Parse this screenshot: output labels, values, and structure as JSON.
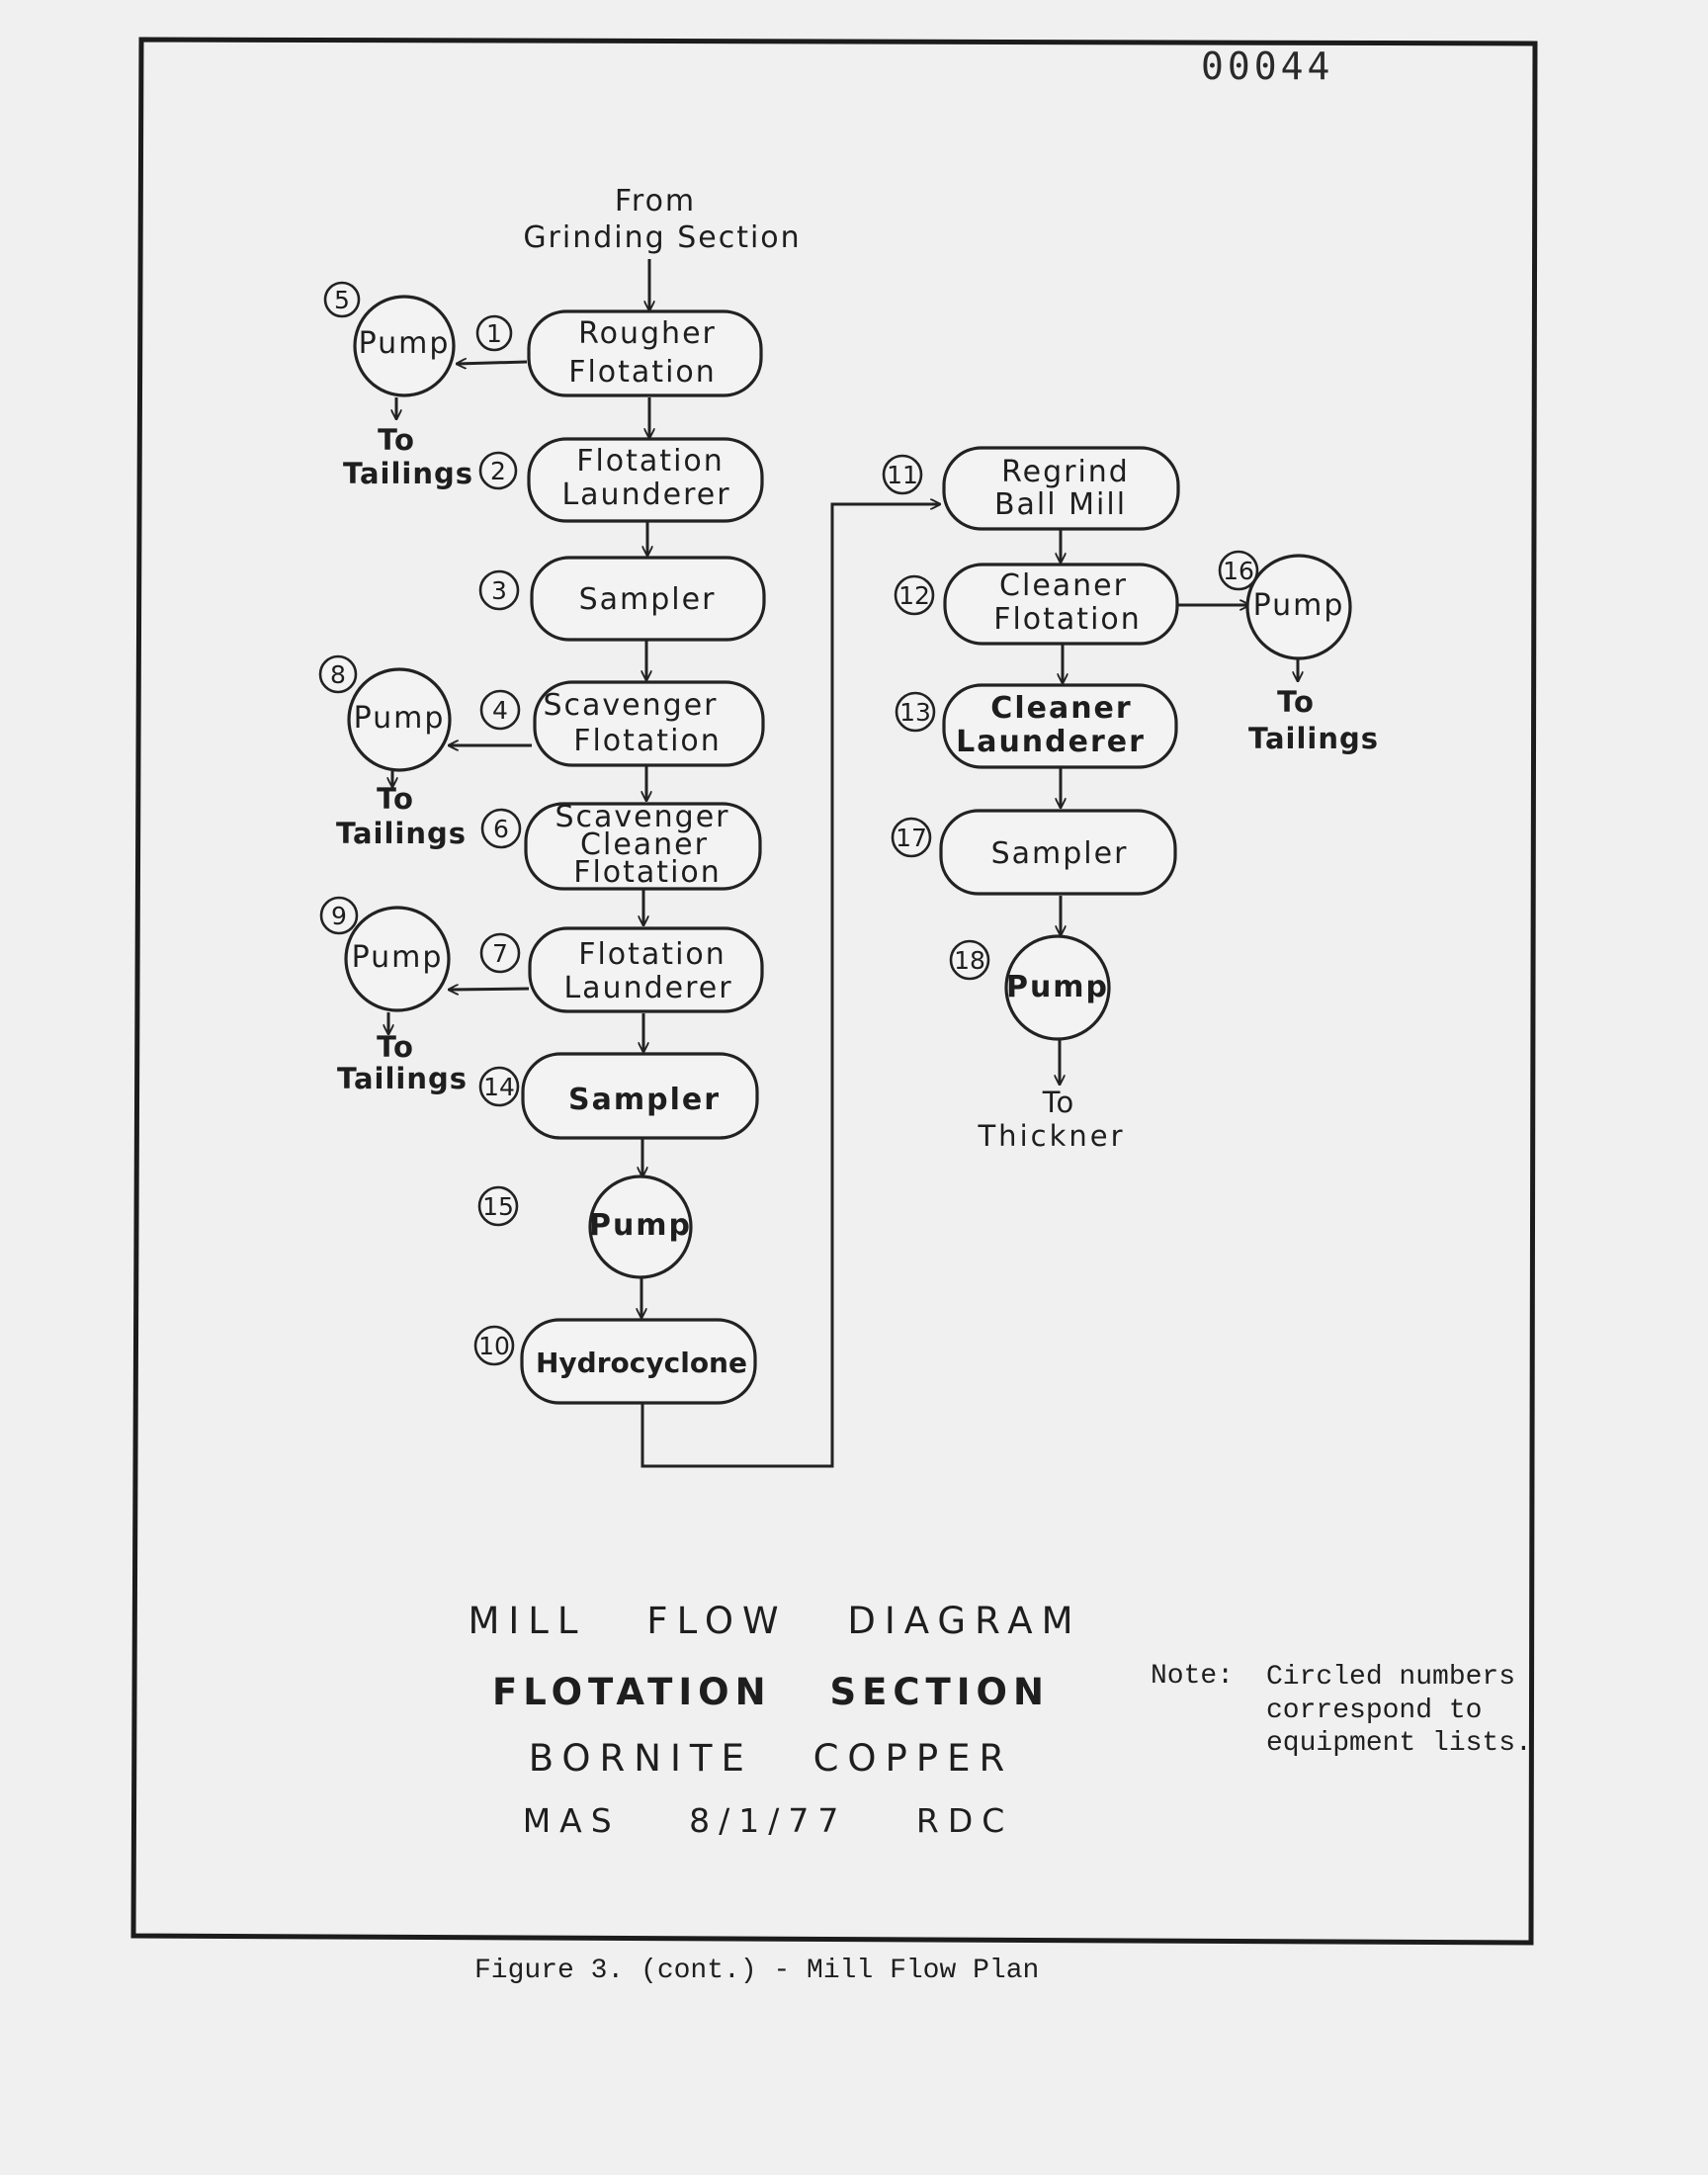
{
  "stamp": "00044",
  "source_label": [
    "From",
    "Grinding Section"
  ],
  "units": {
    "rougher": {
      "num": "1",
      "lines": [
        "Rougher",
        "Flotation"
      ]
    },
    "launderer1": {
      "num": "2",
      "lines": [
        "Flotation",
        "Launderer"
      ]
    },
    "sampler1": {
      "num": "3",
      "lines": [
        "Sampler"
      ]
    },
    "scavenger": {
      "num": "4",
      "lines": [
        "Scavenger",
        "Flotation"
      ]
    },
    "pump5": {
      "num": "5",
      "lines": [
        "Pump"
      ]
    },
    "scav_cleaner": {
      "num": "6",
      "lines": [
        "Scavenger",
        "Cleaner",
        "Flotation"
      ]
    },
    "launderer2": {
      "num": "7",
      "lines": [
        "Flotation",
        "Launderer"
      ]
    },
    "pump8": {
      "num": "8",
      "lines": [
        "Pump"
      ]
    },
    "pump9": {
      "num": "9",
      "lines": [
        "Pump"
      ]
    },
    "hydrocyclone": {
      "num": "10",
      "lines": [
        "Hydrocyclone"
      ]
    },
    "regrind": {
      "num": "11",
      "lines": [
        "Regrind",
        "Ball Mill"
      ]
    },
    "cleaner_flot": {
      "num": "12",
      "lines": [
        "Cleaner",
        "Flotation"
      ]
    },
    "cleaner_laund": {
      "num": "13",
      "lines": [
        "Cleaner",
        "Launderer"
      ]
    },
    "sampler14": {
      "num": "14",
      "lines": [
        "Sampler"
      ]
    },
    "pump15": {
      "num": "15",
      "lines": [
        "Pump"
      ]
    },
    "pump16": {
      "num": "16",
      "lines": [
        "Pump"
      ]
    },
    "sampler17": {
      "num": "17",
      "lines": [
        "Sampler"
      ]
    },
    "pump18": {
      "num": "18",
      "lines": [
        "Pump"
      ]
    }
  },
  "outlets": {
    "tailings": [
      "To",
      "Tailings"
    ],
    "thickner": [
      "To",
      "Thickner"
    ]
  },
  "title_lines": [
    "MILL FLOW DIAGRAM",
    "FLOTATION SECTION",
    "BORNITE COPPER",
    "MAS 8/1/77 RDC"
  ],
  "note": {
    "label": "Note:",
    "lines": [
      "Circled numbers",
      "correspond to",
      "equipment lists."
    ]
  },
  "caption": "Figure 3. (cont.) - Mill Flow Plan"
}
